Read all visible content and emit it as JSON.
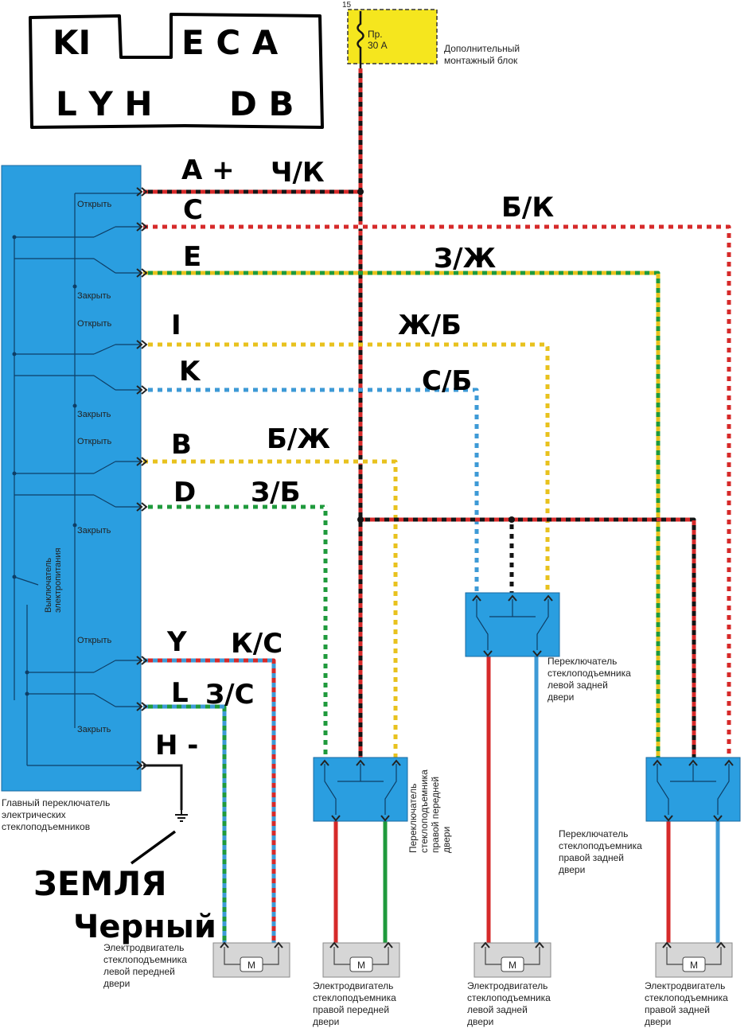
{
  "colors": {
    "black": "#141414",
    "red": "#d62a2a",
    "white": "#ffffff",
    "green": "#1f9a3c",
    "yellow": "#e8c21e",
    "blue": "#3d9ad6",
    "module_blue": "#2a9ee0",
    "fuse_yellow": "#f5e61e",
    "motor_gray": "#d6d6d6"
  },
  "fuse": {
    "pin": "15",
    "label_line1": "Пр.",
    "label_line2": "30 А"
  },
  "aux_block": {
    "line1": "Дополнительный",
    "line2": "монтажный блок"
  },
  "main_switch": {
    "line1": "Главный переключатель",
    "line2": "электрических",
    "line3": "стеклоподъемников",
    "power_switch_line1": "Выключатель",
    "power_switch_line2": "электропитания",
    "open": "Открыть",
    "close": "Закрыть"
  },
  "switches": {
    "rear_left": {
      "line1": "Переключатель",
      "line2": "стеклоподъемника",
      "line3": "левой задней",
      "line4": "двери"
    },
    "front_right": {
      "line1": "Переключатель",
      "line2": "стеклоподъемника",
      "line3": "правой передней",
      "line4": "двери"
    },
    "rear_right": {
      "line1": "Переключатель",
      "line2": "стеклоподъемника",
      "line3": "правой задней",
      "line4": "двери"
    }
  },
  "motors": {
    "symbol": "M",
    "front_left": {
      "line1": "Электродвигатель",
      "line2": "стеклоподъемника",
      "line3": "левой передней",
      "line4": "двери"
    },
    "front_right": {
      "line1": "Электродвигатель",
      "line2": "стеклоподъемника",
      "line3": "правой передней",
      "line4": "двери"
    },
    "rear_left": {
      "line1": "Электродвигатель",
      "line2": "стеклоподъемника",
      "line3": "левой задней",
      "line4": "двери"
    },
    "rear_right": {
      "line1": "Электродвигатель",
      "line2": "стеклоподъемника",
      "line3": "правой задней",
      "line4": "двери"
    }
  },
  "handwritten": {
    "box_row1_a": "KI",
    "box_row1_b": "E C A",
    "box_row2_a": "L Y H",
    "box_row2_b": "D B",
    "pin_a": "A +",
    "color_a": "Ч/К",
    "pin_c": "C",
    "color_c": "Б/К",
    "pin_e": "E",
    "color_e": "З/Ж",
    "pin_i": "I",
    "color_i": "Ж/Б",
    "pin_k": "K",
    "color_k": "С/Б",
    "pin_b": "B",
    "color_b": "Б/Ж",
    "pin_d": "D",
    "color_d": "З/Б",
    "pin_y": "Y",
    "color_y": "К/С",
    "pin_l": "L",
    "color_l": "З/С",
    "pin_h": "H -",
    "ground": "ЗЕМЛЯ",
    "ground_color": "Черный"
  }
}
